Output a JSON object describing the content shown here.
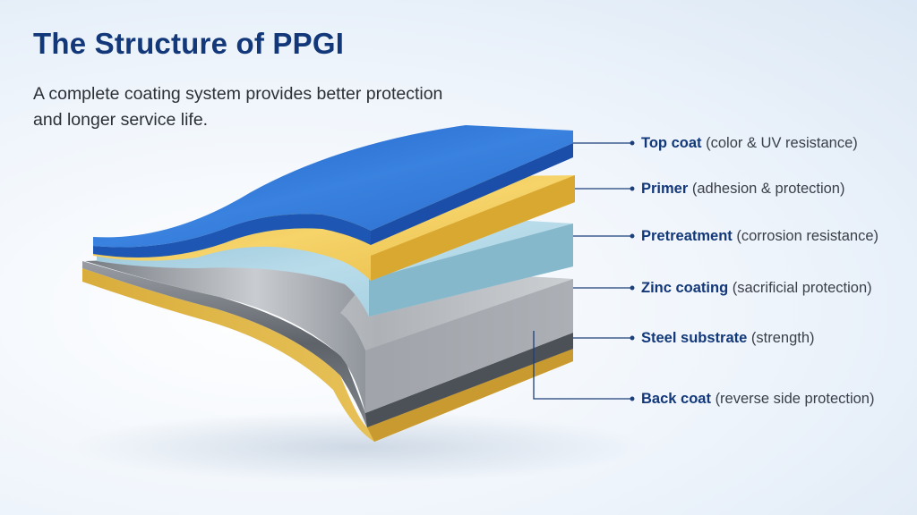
{
  "title": "The Structure of PPGI",
  "subtitle": "A complete coating system provides better protection and longer service life.",
  "layers": [
    {
      "name": "Top coat",
      "desc": "(color & UV resistance)",
      "color": "#2f6fd0"
    },
    {
      "name": "Primer",
      "desc": "(adhesion & protection)",
      "color": "#eec54e"
    },
    {
      "name": "Pretreatment",
      "desc": "(corrosion resistance)",
      "color": "#a8d2e2"
    },
    {
      "name": "Zinc coating",
      "desc": "(sacrificial protection)",
      "color": "#a6aab0"
    },
    {
      "name": "Steel substrate",
      "desc": "(strength)",
      "color": "#8f949b"
    },
    {
      "name": "Back coat",
      "desc": "(reverse side protection)",
      "color": "#e9c35a"
    }
  ],
  "colors": {
    "title": "#12387a",
    "leader_line": "#1d3f7a"
  }
}
